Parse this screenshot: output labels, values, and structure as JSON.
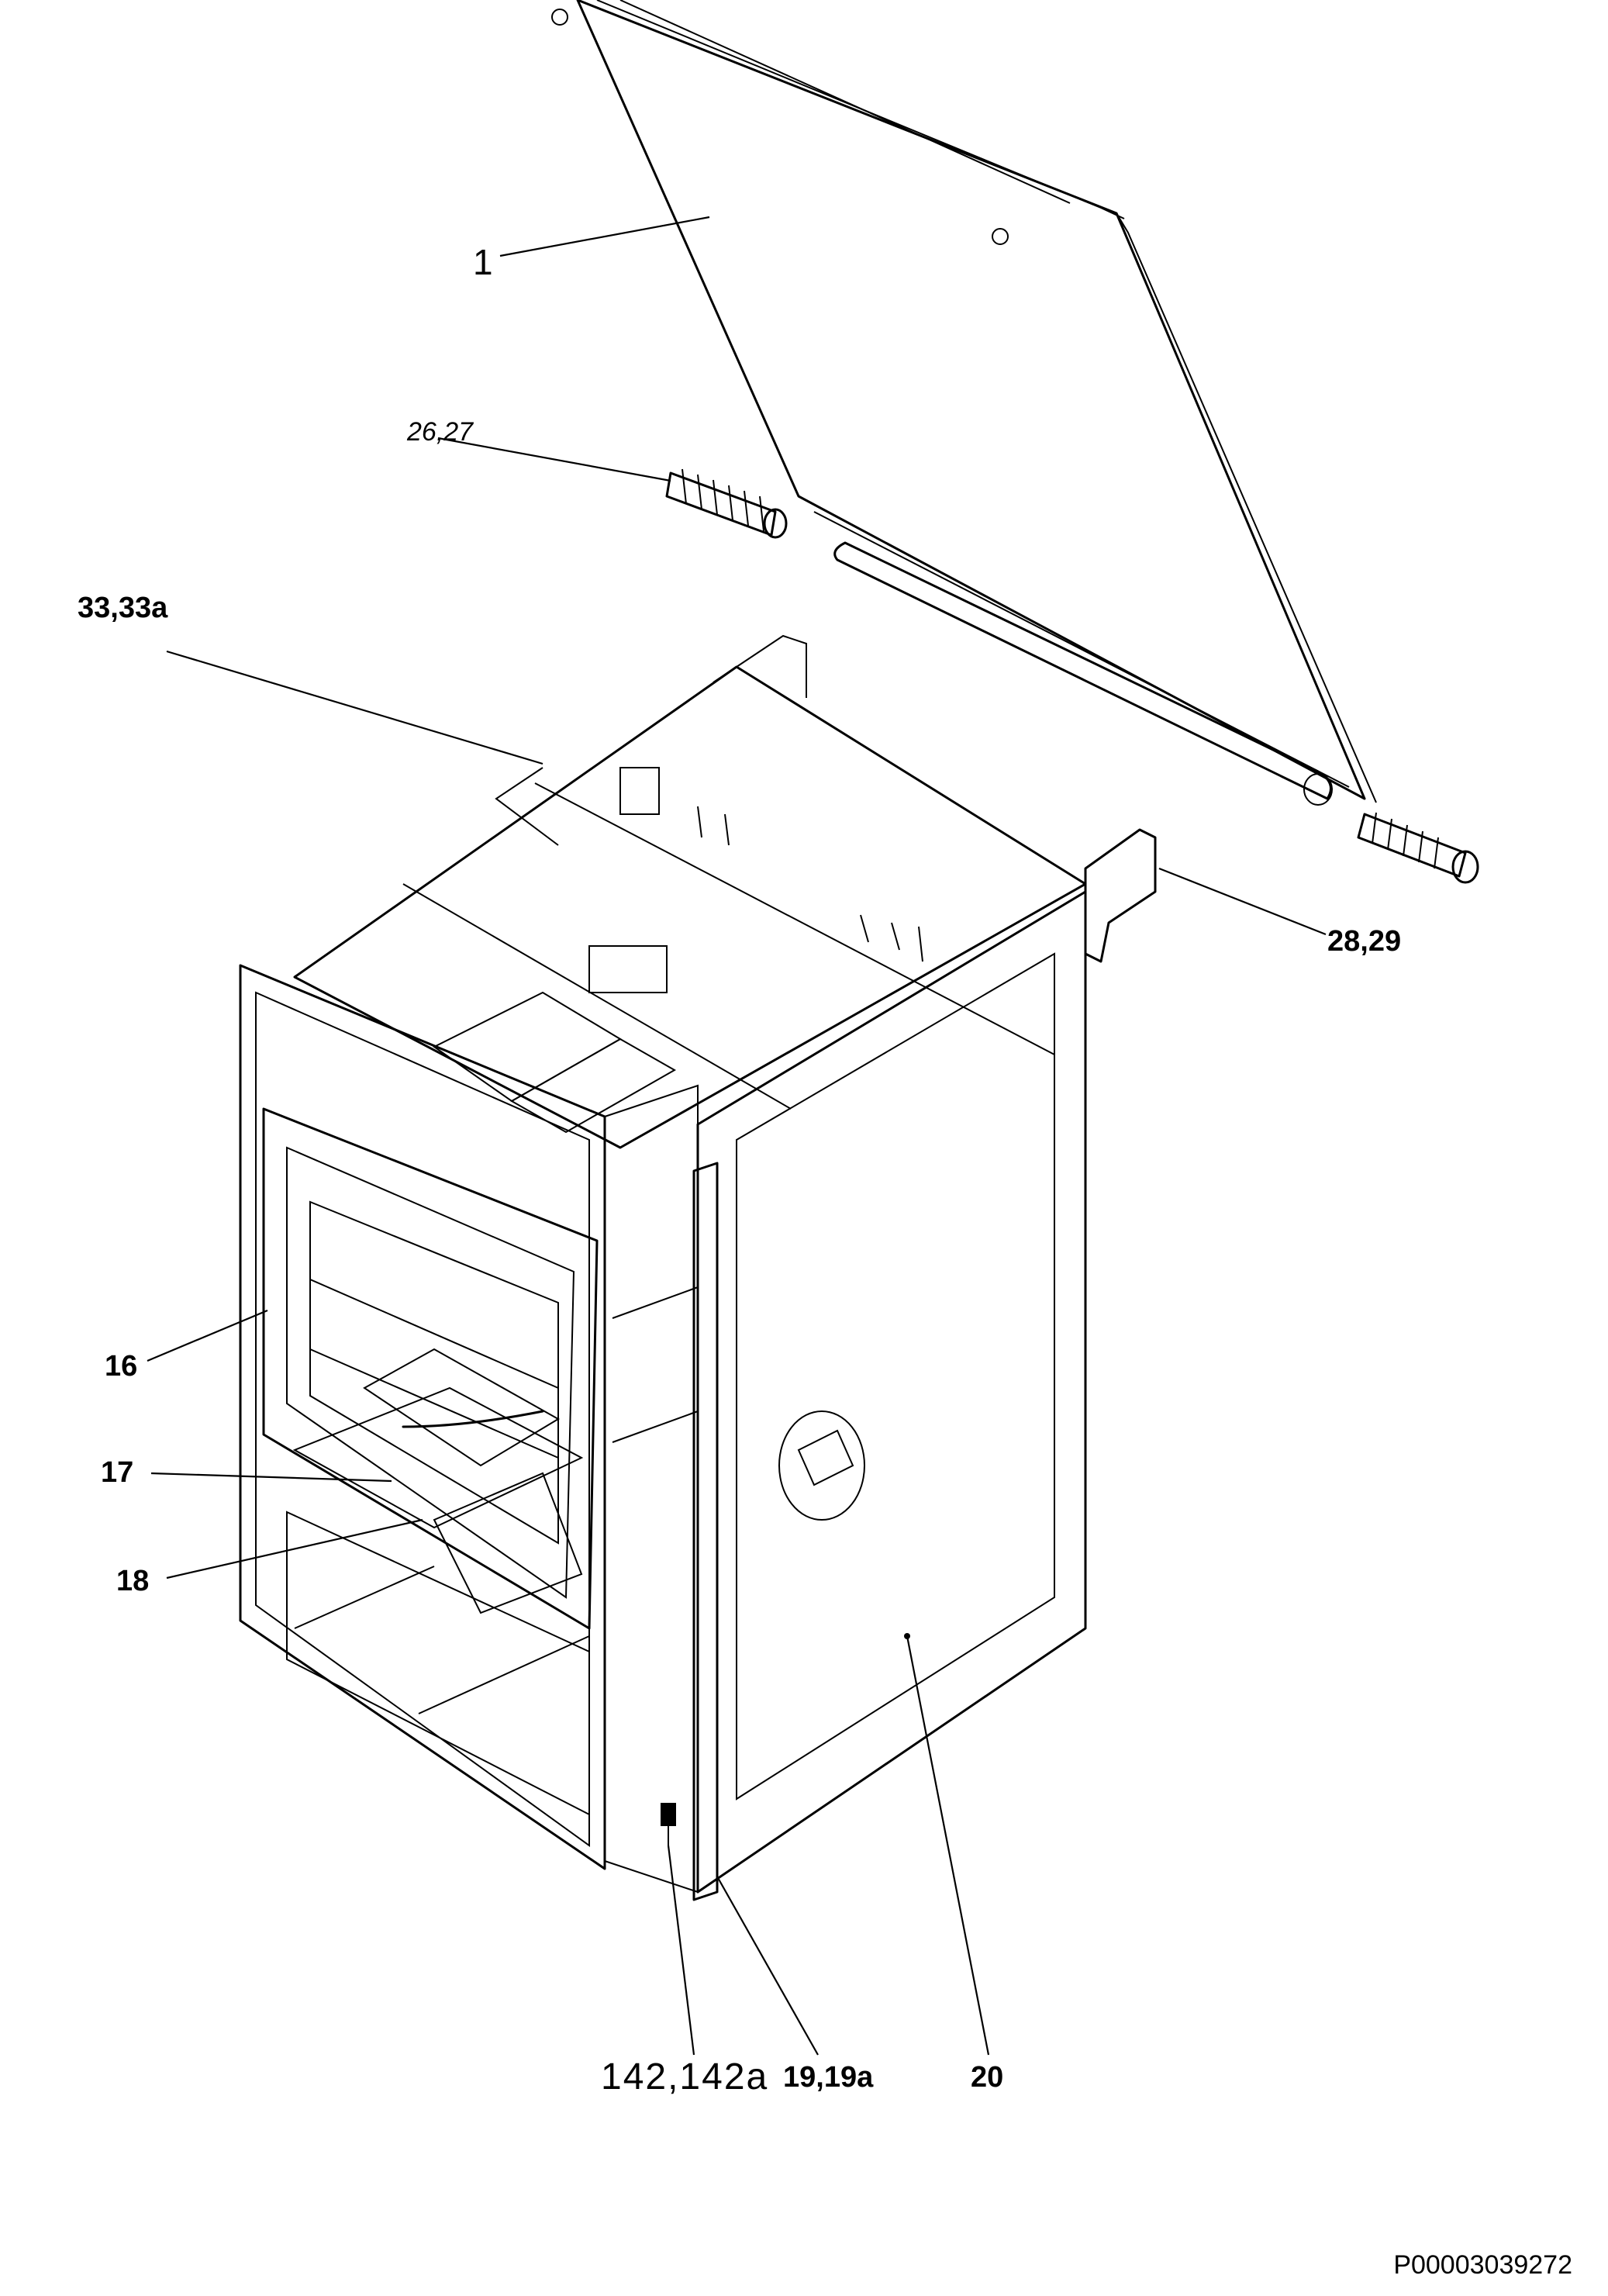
{
  "callouts": {
    "part_1": "1",
    "part_26_27": "26,27",
    "part_33_33a": "33,33a",
    "part_28_29": "28,29",
    "part_16": "16",
    "part_17": "17",
    "part_18": "18",
    "part_142_142a": "142,142a",
    "part_19_19a": "19,19a",
    "part_20": "20"
  },
  "document_code": "P00003039272"
}
